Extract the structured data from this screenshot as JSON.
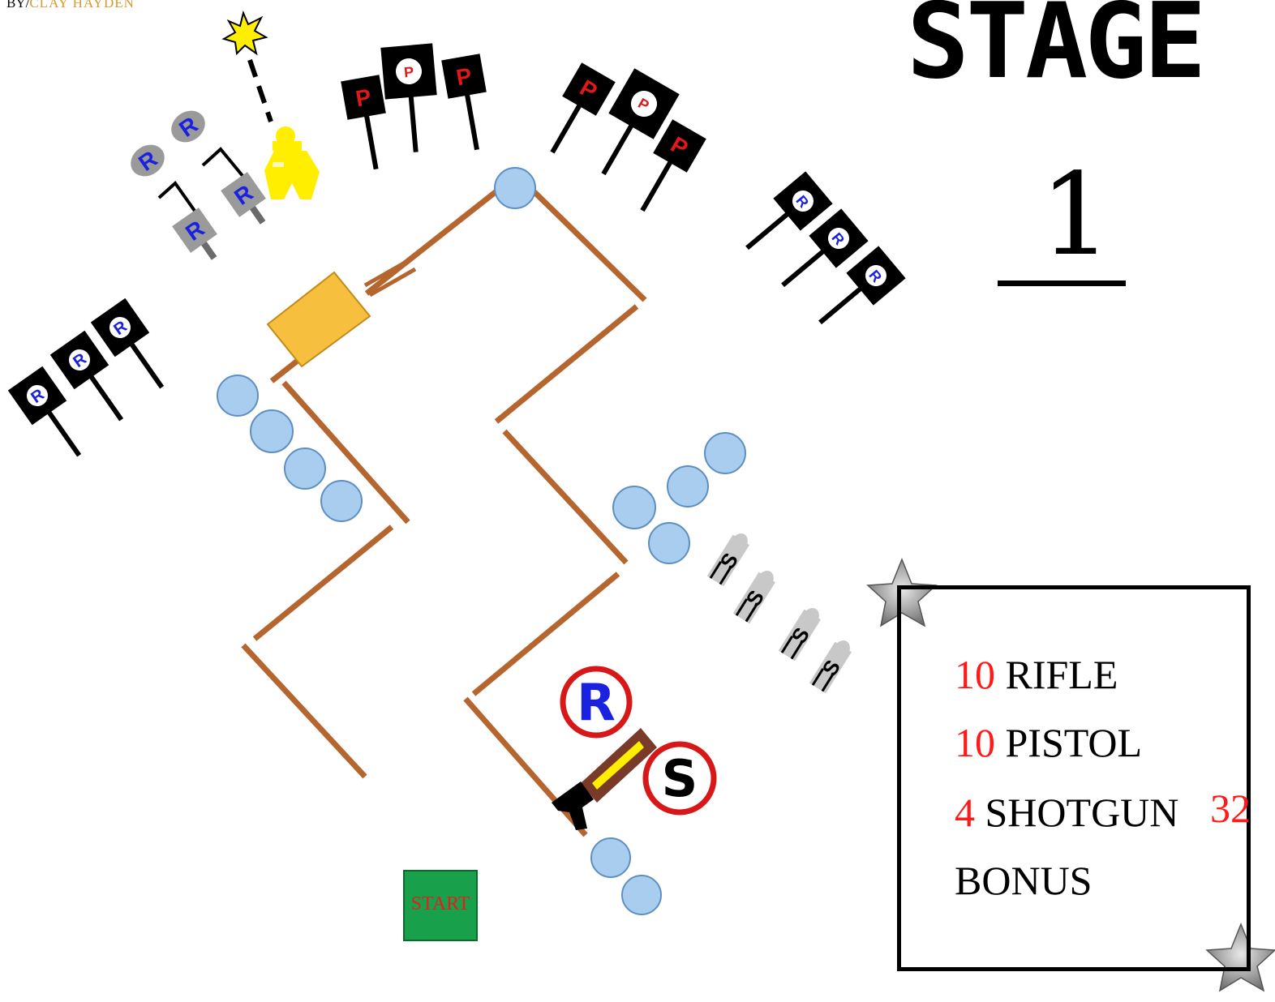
{
  "credit": {
    "by": "BY/",
    "name": "CLAY HAYDEN"
  },
  "title": "STAGE",
  "stage_number": "1",
  "scorebox": {
    "rows": [
      {
        "count": "10",
        "label": "RIFLE"
      },
      {
        "count": "10",
        "label": "PISTOL"
      },
      {
        "count": "4",
        "label": "SHOTGUN"
      },
      {
        "count": "",
        "label": "BONUS"
      }
    ],
    "total": "32"
  },
  "start_label": "START",
  "target_letters": {
    "rifle": "R",
    "pistol": "P",
    "shotgun": "S"
  },
  "colors": {
    "wall": "#b5652e",
    "barrel": "#a8cdef",
    "table": "#f6c03e",
    "start_bg": "#19a04a",
    "start_text": "#e02020",
    "rifle_letter": "#1a22e0",
    "pistol_letter": "#e01818",
    "red_ring": "#d81818",
    "score_count": "#ff1a1a",
    "silhouette": "#ffee00"
  }
}
